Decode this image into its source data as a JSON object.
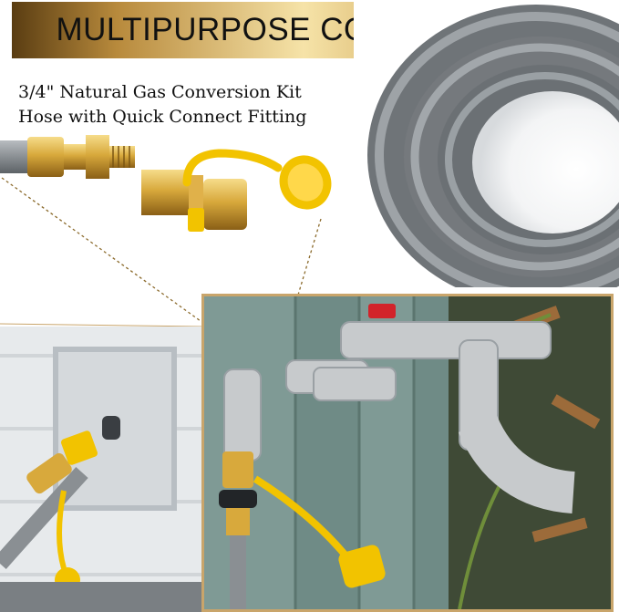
{
  "banner": {
    "title": "MULTIPURPOSE CONNECTORS"
  },
  "subtitle": {
    "line1": "3/4\" Natural Gas Conversion Kit",
    "line2": "Hose with Quick Connect Fitting"
  },
  "colors": {
    "gold_dark": "#6a4916",
    "gold_light": "#f6e3a8",
    "brass": "#d8a93c",
    "cap_yellow": "#f2c300",
    "hose_gray": "#8a8f93",
    "siding_green": "#6f8b86",
    "wall_light": "#e9ecef",
    "valve_red": "#d2232a"
  },
  "icons": {
    "coil": "gray-hose-coil",
    "fitting": "brass-quick-connect-fitting",
    "cap": "yellow-dust-cap"
  }
}
